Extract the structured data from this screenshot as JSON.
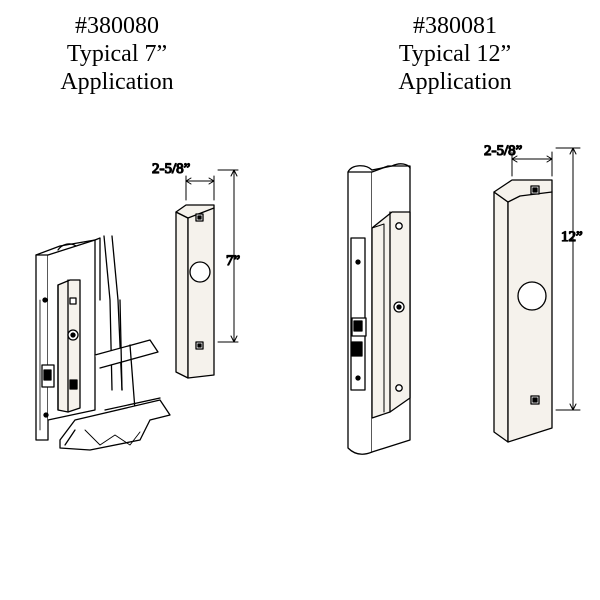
{
  "products": [
    {
      "part_number": "#380080",
      "size_label": "Typical 7”",
      "application_label": "Application",
      "width_dim": "2-5/8”",
      "height_dim": "7”"
    },
    {
      "part_number": "#380081",
      "size_label": "Typical 12”",
      "application_label": "Application",
      "width_dim": "2-5/8”",
      "height_dim": "12”"
    }
  ],
  "colors": {
    "line": "#000000",
    "plate_fill": "#f5f2ec",
    "background": "#ffffff"
  }
}
